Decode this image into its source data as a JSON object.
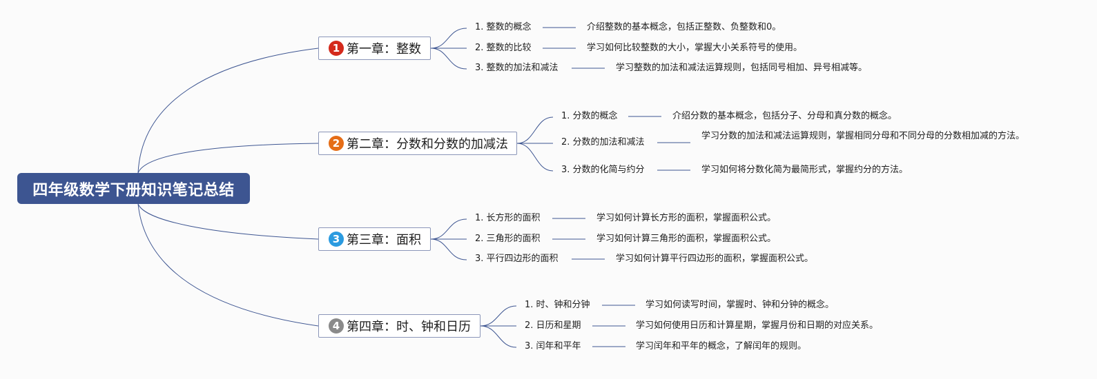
{
  "title": "四年级数学下册知识笔记总结",
  "colors": {
    "root_bg": "#3d5591",
    "line": "#3d5591",
    "badge_1": "#d42a1c",
    "badge_2": "#e56d17",
    "badge_3": "#2b9be0",
    "badge_4": "#8a8a8a"
  },
  "chapters": [
    {
      "badge": "1",
      "label": "第一章：整数",
      "topics": [
        {
          "label": "1. 整数的概念",
          "desc": "介绍整数的基本概念，包括正整数、负整数和0。"
        },
        {
          "label": "2. 整数的比较",
          "desc": "学习如何比较整数的大小，掌握大小关系符号的使用。"
        },
        {
          "label": "3. 整数的加法和减法",
          "desc": "学习整数的加法和减法运算规则，包括同号相加、异号相减等。"
        }
      ]
    },
    {
      "badge": "2",
      "label": "第二章：分数和分数的加减法",
      "topics": [
        {
          "label": "1. 分数的概念",
          "desc": "介绍分数的基本概念，包括分子、分母和真分数的概念。"
        },
        {
          "label": "2. 分数的加法和减法",
          "desc": "学习分数的加法和减法运算规则，掌握相同分母和不同分母的分数相加减的方法。"
        },
        {
          "label": "3. 分数的化简与约分",
          "desc": "学习如何将分数化简为最简形式，掌握约分的方法。"
        }
      ]
    },
    {
      "badge": "3",
      "label": "第三章：面积",
      "topics": [
        {
          "label": "1. 长方形的面积",
          "desc": "学习如何计算长方形的面积，掌握面积公式。"
        },
        {
          "label": "2. 三角形的面积",
          "desc": "学习如何计算三角形的面积，掌握面积公式。"
        },
        {
          "label": "3. 平行四边形的面积",
          "desc": "学习如何计算平行四边形的面积，掌握面积公式。"
        }
      ]
    },
    {
      "badge": "4",
      "label": "第四章：时、钟和日历",
      "topics": [
        {
          "label": "1. 时、钟和分钟",
          "desc": "学习如何读写时间，掌握时、钟和分钟的概念。"
        },
        {
          "label": "2. 日历和星期",
          "desc": "学习如何使用日历和计算星期，掌握月份和日期的对应关系。"
        },
        {
          "label": "3. 闰年和平年",
          "desc": "学习闰年和平年的概念，了解闰年的规则。"
        }
      ]
    }
  ]
}
